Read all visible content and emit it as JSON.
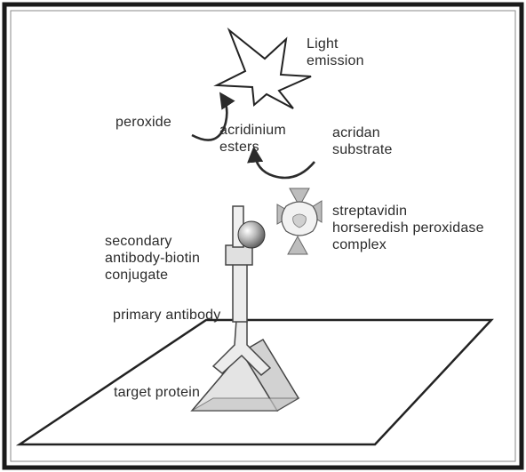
{
  "labels": {
    "light_emission": "Light\nemission",
    "peroxide": "peroxide",
    "acridinium_esters": "acridinium\nesters",
    "acridan_substrate": "acridan\nsubstrate",
    "streptavidin_complex": "streptavidin\nhorseredish peroxidase\ncomplex",
    "secondary_conjugate": "secondary\nantibody-biotin\nconjugate",
    "primary_antibody": "primary antibody",
    "target_protein": "target protein"
  },
  "colors": {
    "border": "#1a1a1a",
    "ink": "#2b2b2b",
    "shape_fill": "#e6e6e6",
    "enzyme_fill": "#bdbdbd",
    "plane_fill": "#ffffff"
  }
}
